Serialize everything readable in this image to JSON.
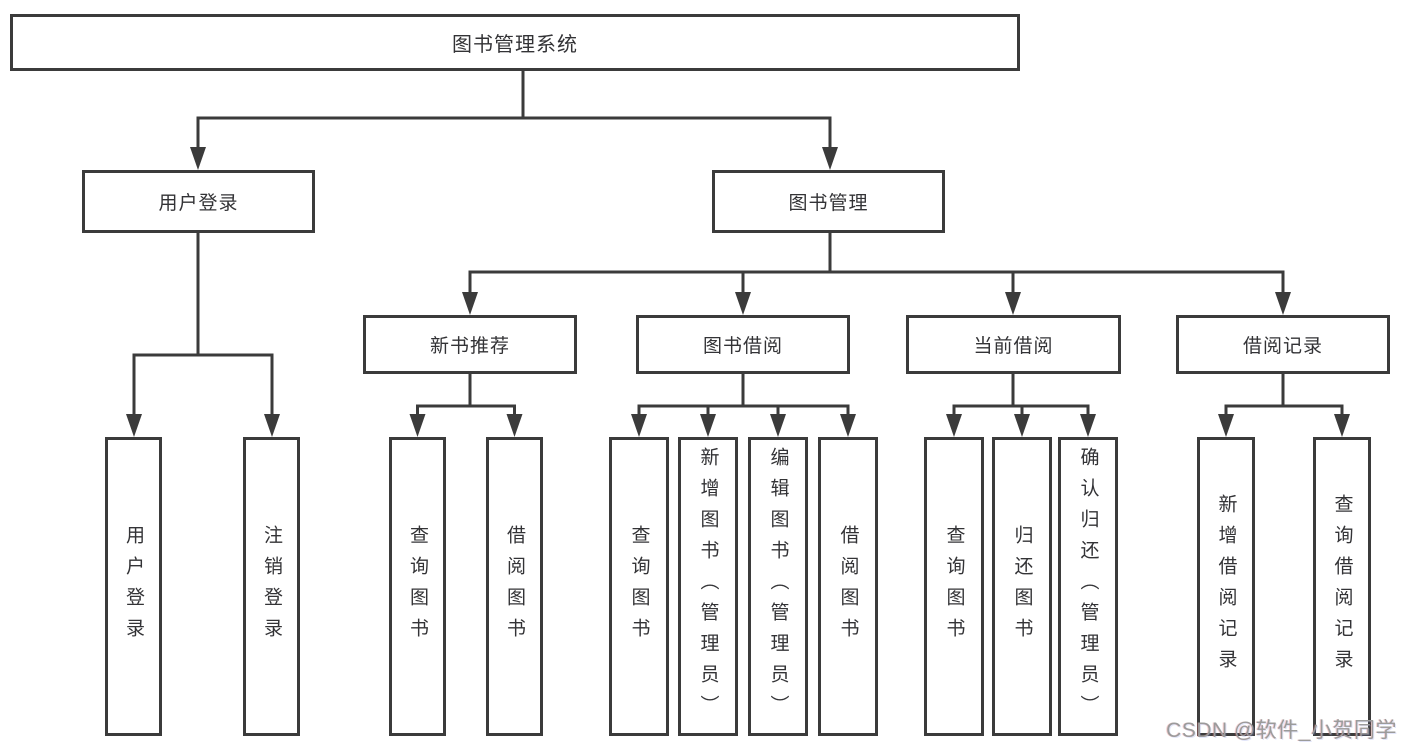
{
  "tree": {
    "root": {
      "label": "图书管理系统"
    },
    "children": [
      {
        "label": "用户登录",
        "children": [
          {
            "label": "用户登录"
          },
          {
            "label": "注销登录"
          }
        ]
      },
      {
        "label": "图书管理",
        "children": [
          {
            "label": "新书推荐",
            "children": [
              {
                "label": "查询图书"
              },
              {
                "label": "借阅图书"
              }
            ]
          },
          {
            "label": "图书借阅",
            "children": [
              {
                "label": "查询图书"
              },
              {
                "label": "新增图书（管理员）"
              },
              {
                "label": "编辑图书（管理员）"
              },
              {
                "label": "借阅图书"
              }
            ]
          },
          {
            "label": "当前借阅",
            "children": [
              {
                "label": "查询图书"
              },
              {
                "label": "归还图书"
              },
              {
                "label": "确认归还（管理员）"
              }
            ]
          },
          {
            "label": "借阅记录",
            "children": [
              {
                "label": "新增借阅记录"
              },
              {
                "label": "查询借阅记录"
              }
            ]
          }
        ]
      }
    ]
  },
  "watermark": {
    "text": "CSDN @软件_小贺同学"
  },
  "colors": {
    "line": "#3b3b3b",
    "text": "#333336",
    "watermark": "#9b9b9b",
    "background": "#ffffff"
  }
}
